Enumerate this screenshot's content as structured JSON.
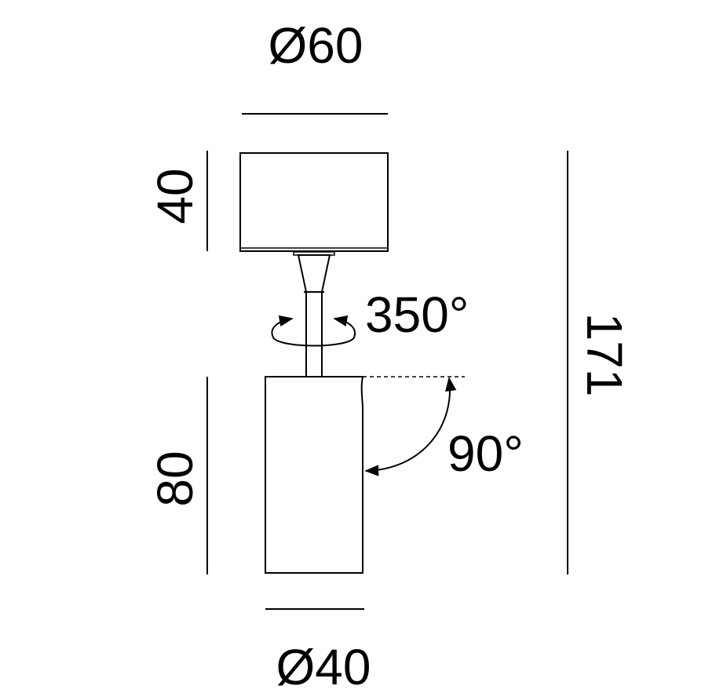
{
  "dimensions": {
    "top_diameter": "Ø60",
    "bottom_diameter": "Ø40",
    "base_height": "40",
    "head_height": "80",
    "total_height": "171",
    "rotation_angle": "350°",
    "tilt_angle": "90°"
  },
  "colors": {
    "line": "#000000",
    "background": "#ffffff"
  }
}
